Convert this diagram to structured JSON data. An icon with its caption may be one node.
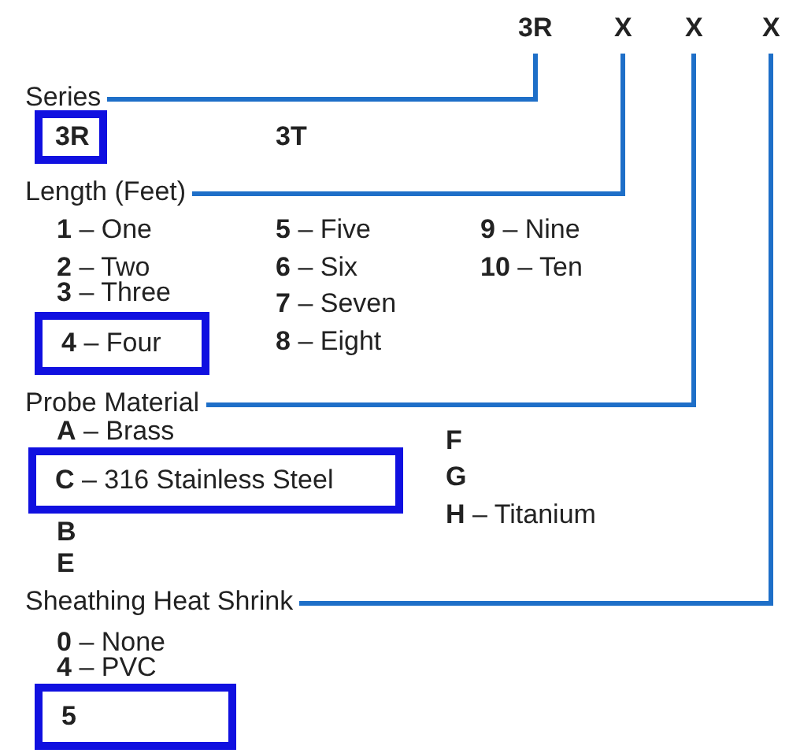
{
  "diagram": {
    "nodes": [
      {
        "text": [
          "3R"
        ]
      },
      {
        "text": [
          "X"
        ]
      },
      {
        "text": [
          "X"
        ]
      },
      {
        "text": [
          "X"
        ]
      },
      {
        "text": [
          "Series"
        ]
      },
      {
        "text": [
          "3R"
        ]
      },
      {
        "text": [
          "Length (Feet)"
        ]
      },
      {
        "text": [
          "**4** – Four"
        ]
      },
      {
        "text": [
          "Probe Material"
        ]
      },
      {
        "text": [
          "**C** – 316 Stainless Steel"
        ]
      },
      {
        "text": [
          "Sheathing Heat Shrink"
        ]
      },
      {
        "text": [
          "**5**"
        ]
      }
    ],
    "edges": [
      {
        "from": 4,
        "to": 0,
        "arrow": "none"
      },
      {
        "from": 6,
        "to": 1,
        "arrow": "none"
      },
      {
        "from": 8,
        "to": 2,
        "arrow": "none"
      },
      {
        "from": 10,
        "to": 3,
        "arrow": "none"
      }
    ],
    "labels": [
      "3T",
      "**1** – One",
      "**5** – Five",
      "**9** – Nine",
      "**2** – Two",
      "**6** – Six",
      "**10** – Ten",
      "**3** – Three",
      "**7** – Seven",
      "**8** – Eight",
      "**A** – Brass",
      "**F**",
      "**G**",
      "**H** – Titanium",
      "**B**",
      "**E**",
      "**0** – None",
      "**4** – PVC"
    ]
  }
}
